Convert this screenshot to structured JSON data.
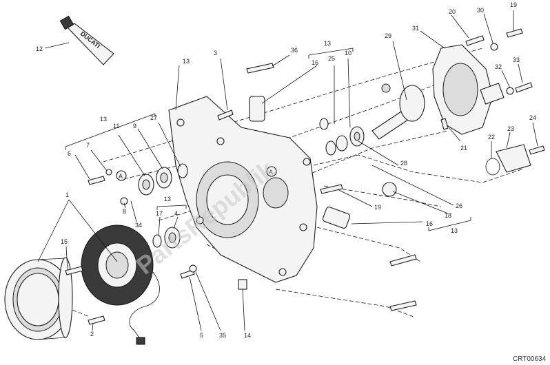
{
  "grease_tube_brand": "DUCATI",
  "watermark": "PartsRepublik",
  "markers": [
    "A",
    "A"
  ],
  "diagram_code": "CRT00634",
  "callouts": [
    "12",
    "13",
    "3",
    "36",
    "16",
    "13",
    "25",
    "10",
    "29",
    "31",
    "20",
    "30",
    "19",
    "32",
    "33",
    "24",
    "23",
    "22",
    "21",
    "28",
    "26",
    "18",
    "19",
    "16",
    "13",
    "1",
    "15",
    "2",
    "6",
    "7",
    "13",
    "11",
    "9",
    "27",
    "8",
    "34",
    "13",
    "17",
    "4",
    "5",
    "35",
    "14"
  ]
}
